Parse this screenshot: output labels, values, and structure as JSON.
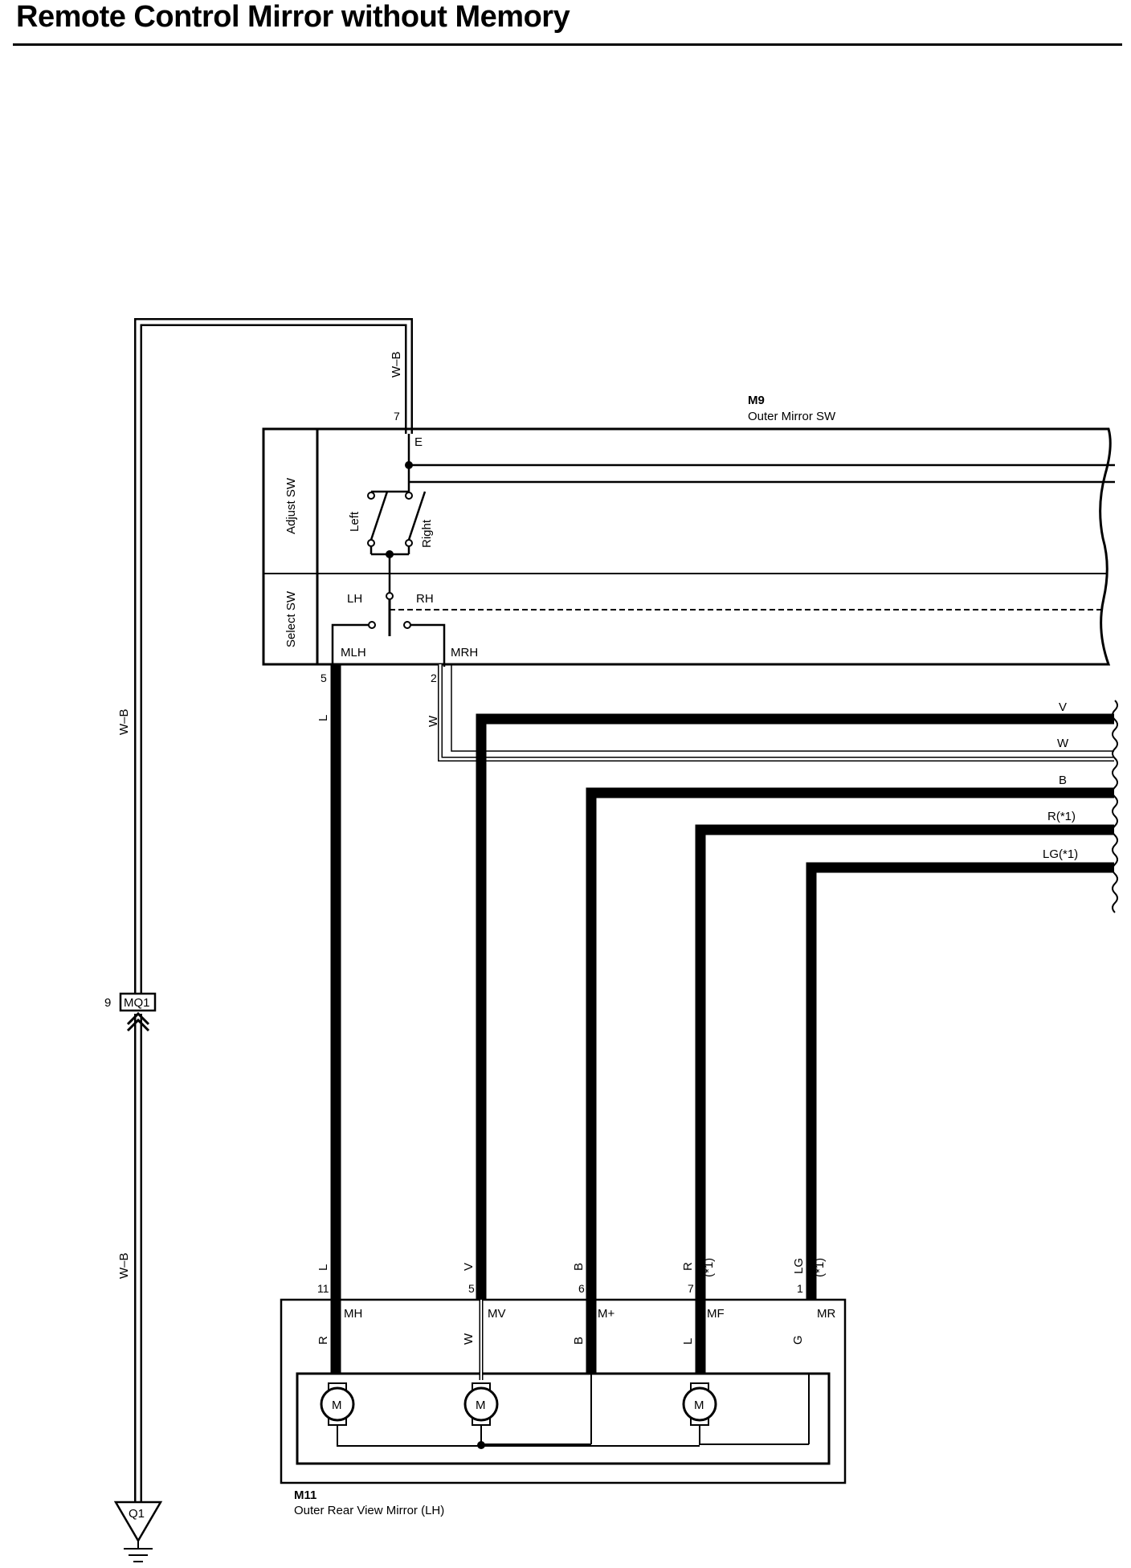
{
  "title": "Remote Control Mirror without Memory",
  "switch": {
    "code": "M9",
    "name": "Outer Mirror SW",
    "adjust_label": "Adjust SW",
    "select_label": "Select SW",
    "left": "Left",
    "right": "Right",
    "lh": "LH",
    "rh": "RH",
    "e_terminal": "E",
    "mlh": "MLH",
    "mrh": "MRH",
    "pin_e": "7",
    "pin_mlh": "5",
    "pin_mrh": "2"
  },
  "mirror": {
    "code": "M11",
    "name": "Outer Rear View Mirror (LH)",
    "motor_symbol": "M",
    "terminals": [
      {
        "pin": "11",
        "name": "MH",
        "wire_in": "L",
        "wire_out": "R"
      },
      {
        "pin": "5",
        "name": "MV",
        "wire_in": "V",
        "wire_out": "W"
      },
      {
        "pin": "6",
        "name": "M+",
        "wire_in": "B",
        "wire_out": "B"
      },
      {
        "pin": "7",
        "name": "MF",
        "wire_in": "R",
        "wire_out": "L",
        "note": "(*1)"
      },
      {
        "pin": "1",
        "name": "MR",
        "wire_in": "LG",
        "wire_out": "G",
        "note": "(*1)"
      }
    ]
  },
  "wires_right": [
    "V",
    "W",
    "B",
    "R(*1)",
    "LG(*1)"
  ],
  "wb_labels": {
    "top": "W–B",
    "mid": "W–B",
    "bottom": "W–B"
  },
  "w_label": "W",
  "l_label": "L",
  "connector": {
    "pin": "9",
    "name": "MQ1"
  },
  "ground": {
    "name": "Q1"
  }
}
